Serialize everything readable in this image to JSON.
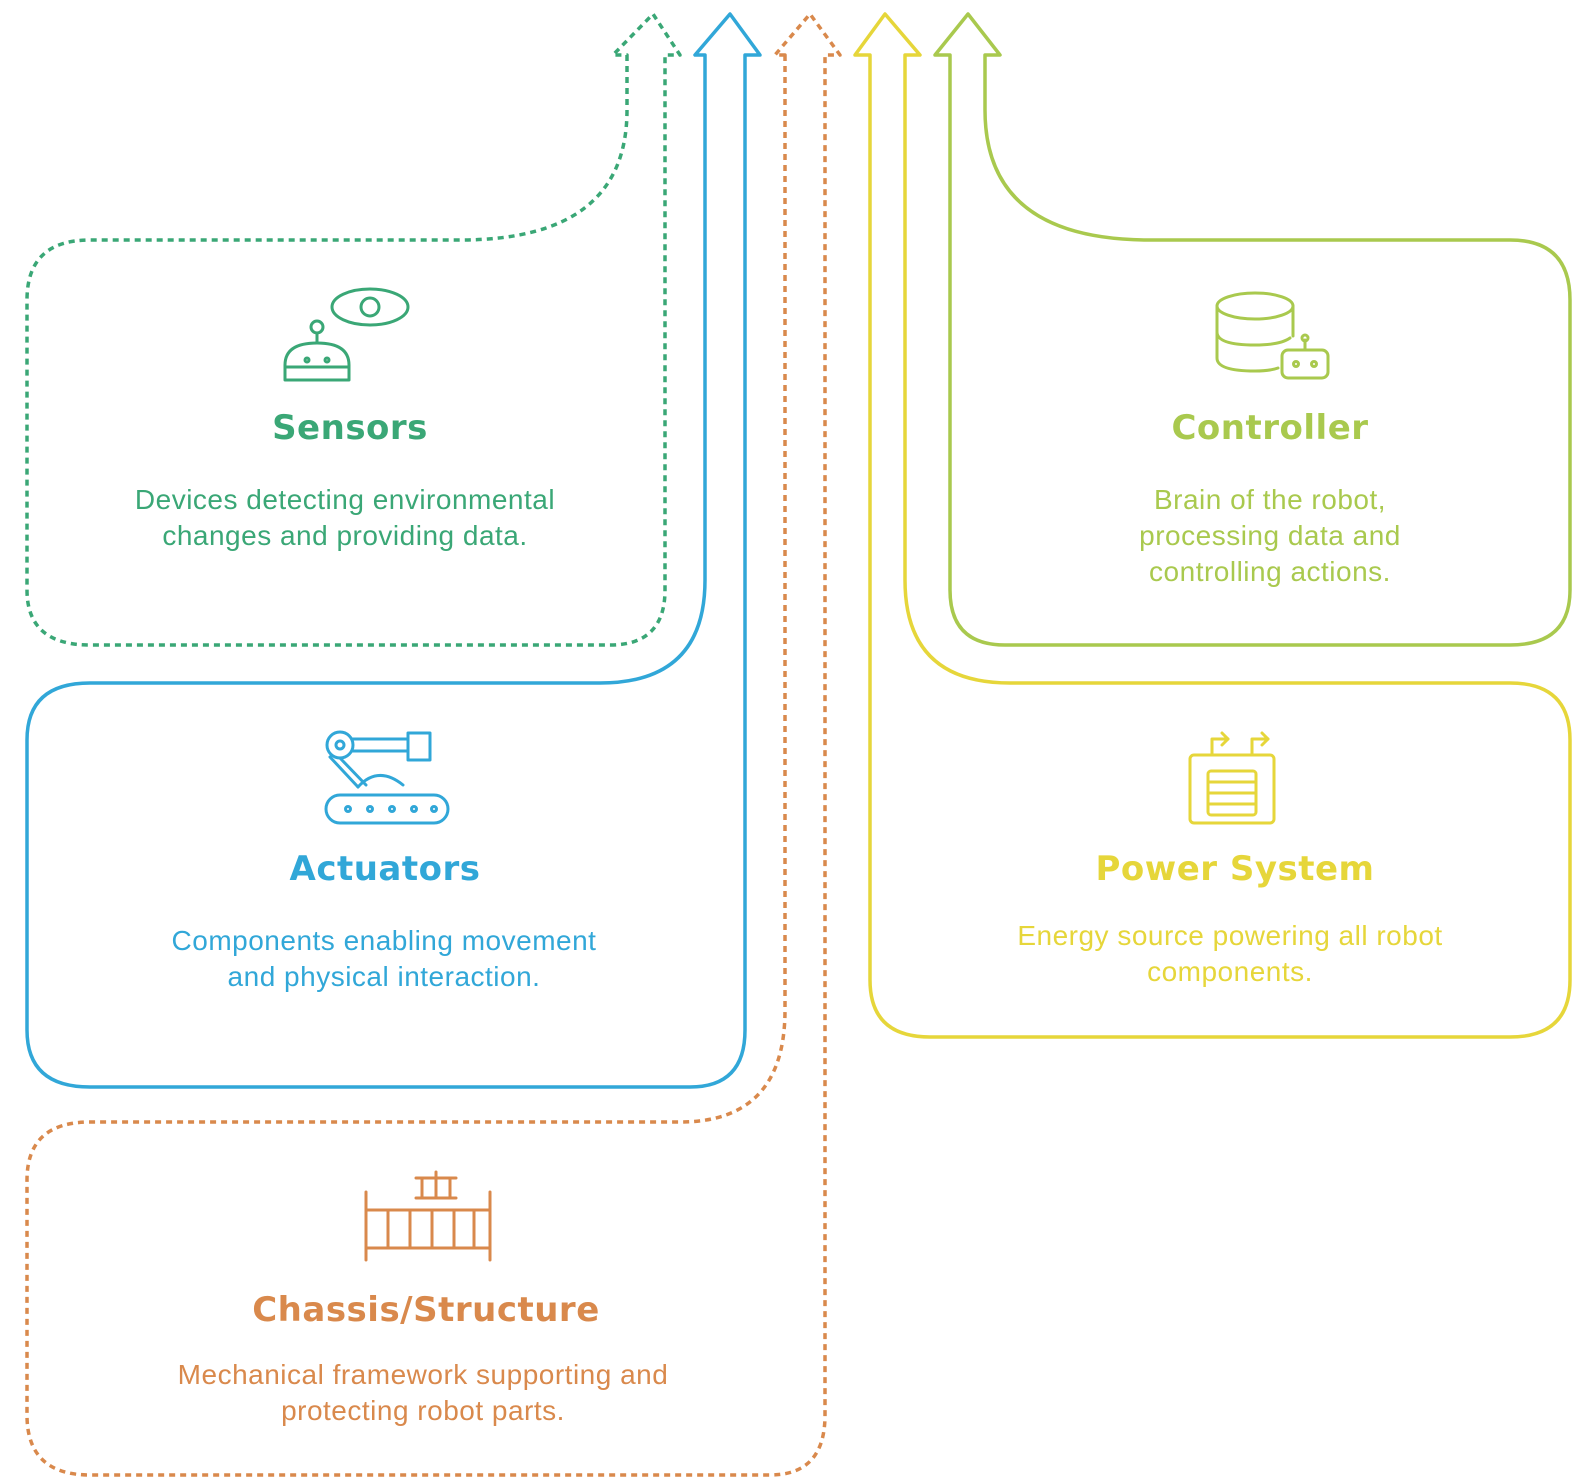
{
  "colors": {
    "sensors": "#3aa776",
    "actuators": "#31a7d8",
    "chassis": "#d9894c",
    "power": "#e6d63a",
    "controller": "#a9c94e"
  },
  "cards": {
    "sensors": {
      "title": "Sensors",
      "description": "Devices detecting environmental changes and providing data.",
      "icon": "eye-robot-icon"
    },
    "actuators": {
      "title": "Actuators",
      "description": "Components enabling movement and physical interaction.",
      "icon": "robotic-arm-conveyor-icon"
    },
    "chassis": {
      "title": "Chassis/Structure",
      "description": "Mechanical framework supporting and protecting robot parts.",
      "icon": "frame-structure-icon"
    },
    "controller": {
      "title": "Controller",
      "description": "Brain of the robot, processing data and controlling actions.",
      "icon": "database-robot-icon"
    },
    "power": {
      "title": "Power System",
      "description": "Energy source powering all robot components.",
      "icon": "battery-power-icon"
    }
  }
}
